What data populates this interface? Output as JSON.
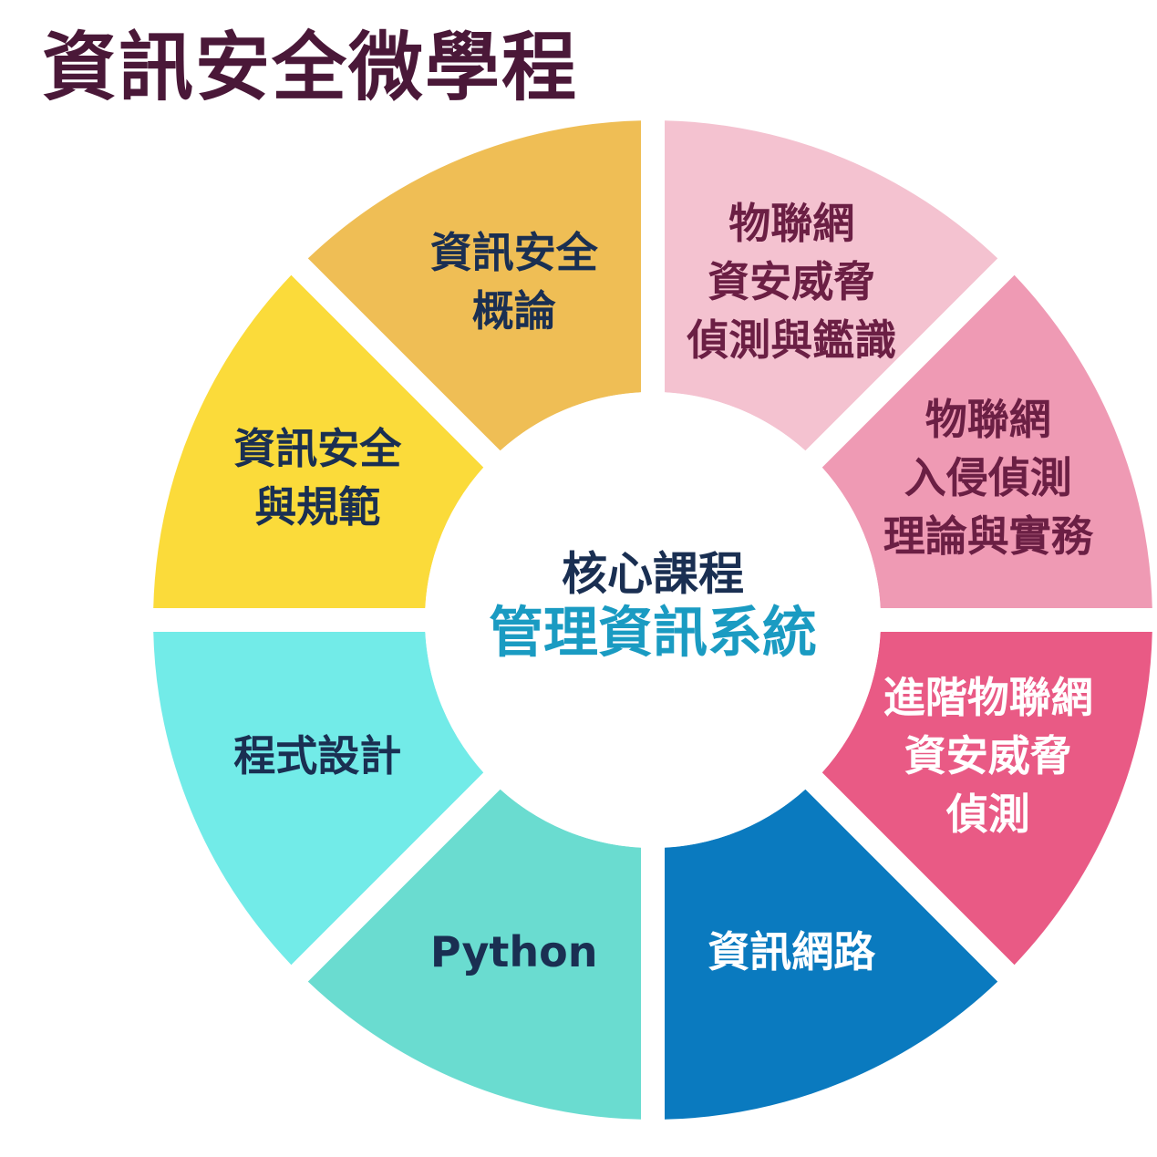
{
  "title": "資訊安全微學程",
  "center": {
    "line1": "核心課程",
    "line2": "管理資訊系統",
    "line1_color": "#1a2f52",
    "line2_color": "#1a9bc2"
  },
  "segments": [
    {
      "id": "iot-threat-detection-forensics",
      "lines": [
        "物聯網",
        "資安威脅",
        "偵測與鑑識"
      ],
      "color": "#f4c2d0",
      "text_color": "#6b1f44"
    },
    {
      "id": "iot-intrusion-detection",
      "lines": [
        "物聯網",
        "入侵偵測",
        "理論與實務"
      ],
      "color": "#ef9ab4",
      "text_color": "#6b1f44"
    },
    {
      "id": "advanced-iot-threat-detection",
      "lines": [
        "進階物聯網",
        "資安威脅",
        "偵測"
      ],
      "color": "#e95a85",
      "text_color": "#ffffff"
    },
    {
      "id": "computer-networks",
      "lines": [
        "資訊網路"
      ],
      "color": "#0a7abf",
      "text_color": "#ffffff"
    },
    {
      "id": "python",
      "lines": [
        "Python"
      ],
      "color": "#6adcd0",
      "text_color": "#1a2f52"
    },
    {
      "id": "programming",
      "lines": [
        "程式設計"
      ],
      "color": "#72ebe8",
      "text_color": "#1a2f52"
    },
    {
      "id": "security-standards",
      "lines": [
        "資訊安全",
        "與規範"
      ],
      "color": "#fbdb3a",
      "text_color": "#1a2f52"
    },
    {
      "id": "security-intro",
      "lines": [
        "資訊安全",
        "概論"
      ],
      "color": "#efbe55",
      "text_color": "#1a2f52"
    }
  ]
}
